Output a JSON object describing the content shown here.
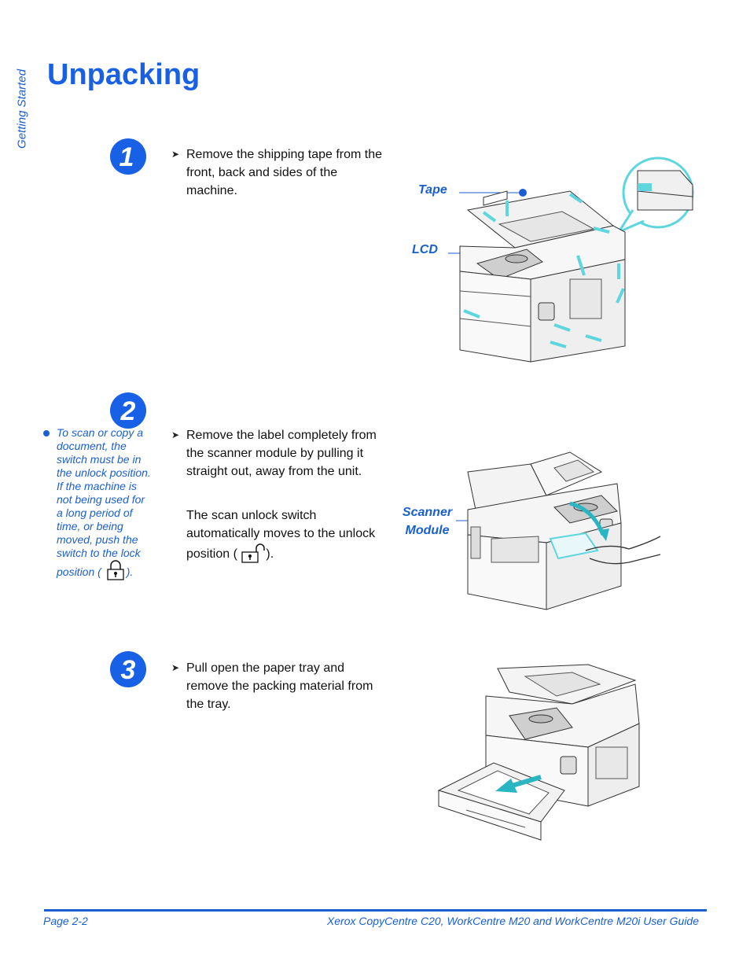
{
  "side_tab": "Getting Started",
  "title": "Unpacking",
  "steps": [
    {
      "number": "1",
      "bullet": "Remove the shipping tape from the front, back and sides of the machine.",
      "callouts": [
        "Tape",
        "LCD"
      ]
    },
    {
      "number": "2",
      "bullet": "Remove the label completely from the scanner module by pulling it straight out, away from the unit.",
      "para_before": "The scan unlock switch automatically moves to the unlock position (",
      "para_after": ").",
      "callouts": [
        "Scanner Module"
      ],
      "note_before": "To scan or copy a document, the switch must be in the unlock position. If the machine is not being used for a long period of time, or being moved, push the switch to the lock position (",
      "note_after": ")."
    },
    {
      "number": "3",
      "bullet": "Pull open the paper tray and remove the packing material from the tray."
    }
  ],
  "footer": {
    "page": "Page 2-2",
    "guide": "Xerox CopyCentre C20, WorkCentre M20 and WorkCentre M20i User Guide"
  },
  "colors": {
    "accent": "#1a5fd0",
    "title": "#1860e6",
    "tape": "#5ed6de"
  }
}
